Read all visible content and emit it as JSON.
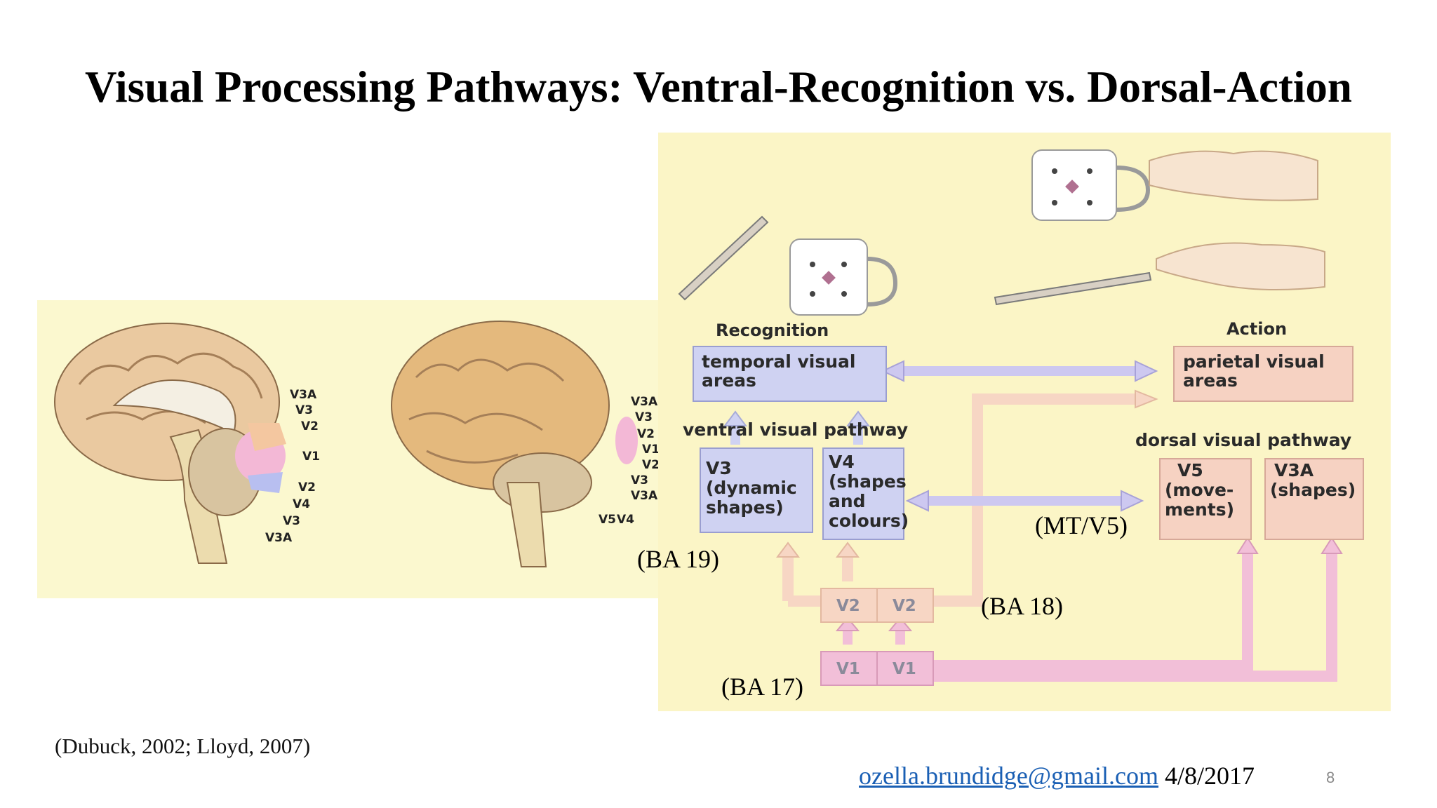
{
  "title": "Visual Processing Pathways: Ventral-Recognition vs. Dorsal-Action",
  "brain_labels": {
    "medial": [
      "V3A",
      "V3",
      "V2",
      "V1",
      "V2",
      "V4",
      "V3",
      "V3A"
    ],
    "lateral": [
      "V3A",
      "V3",
      "V2",
      "V1",
      "V2",
      "V3",
      "V3A",
      "V5",
      "V4"
    ]
  },
  "diagram": {
    "recognition_heading": "Recognition",
    "action_heading": "Action",
    "temporal_box": [
      "temporal visual",
      "areas"
    ],
    "parietal_box": [
      "parietal visual",
      "areas"
    ],
    "ventral_label": "ventral visual pathway",
    "dorsal_label": "dorsal visual pathway",
    "v3_box": [
      "V3",
      "(dynamic",
      "shapes)"
    ],
    "v4_box": [
      "V4",
      "(shapes",
      "and",
      "colours)"
    ],
    "v5_box": [
      "V5",
      "(move-",
      "ments)"
    ],
    "v3a_box": [
      "V3A",
      "(shapes)"
    ],
    "v2_left": "V2",
    "v2_right": "V2",
    "v1_left": "V1",
    "v1_right": "V1"
  },
  "annotations": {
    "ba19": "(BA 19)",
    "ba18": "(BA 18)",
    "ba17": "(BA 17)",
    "mtv5": "(MT/V5)"
  },
  "citation": "(Dubuck, 2002; Lloyd, 2007)",
  "footer": {
    "email": "ozella.brundidge@gmail.com",
    "date": "4/8/2017",
    "page_number": "8"
  },
  "colors": {
    "panel_bg": "#fbf5c6",
    "ventral_box": "#cfd2f2",
    "dorsal_box": "#f6d2c2",
    "v1_path": "#f2bfd8",
    "v2_path": "#f7d6c4",
    "link_arrow": "#cdc8f0",
    "link": "#1a5fb4"
  }
}
